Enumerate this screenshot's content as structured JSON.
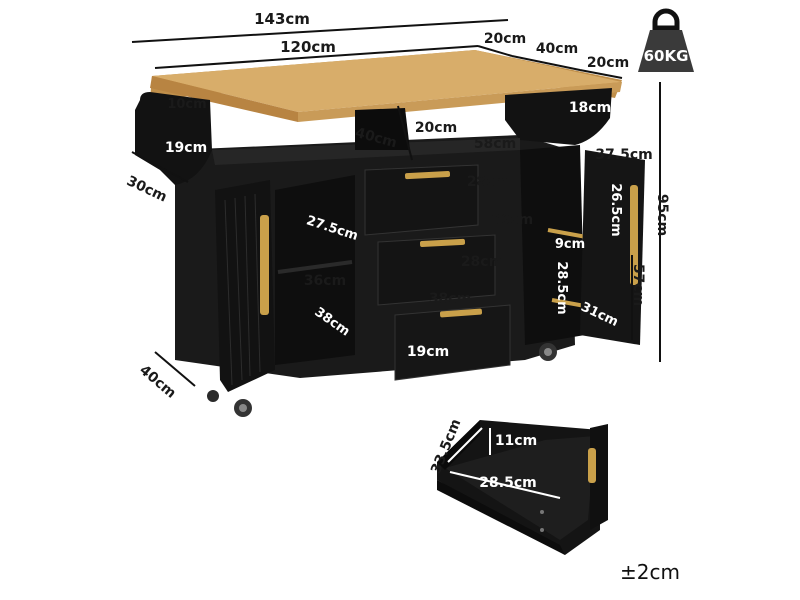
{
  "weight": {
    "value": "60KG",
    "icon": "weight-icon"
  },
  "tolerance": "±2cm",
  "colors": {
    "cabinet": "#141414",
    "wood": "#d8ad6a",
    "handle": "#c9a04a"
  },
  "dims": {
    "overall_width": "143cm",
    "top_width": "120cm",
    "top_overhang": "20cm",
    "top_depth": "40cm",
    "right_overhang": "20cm",
    "towel_rack_width": "10cm",
    "towel_rack_height": "19cm",
    "rack_depth": "30cm",
    "shelf_depth": "40cm",
    "shelf_gap": "20cm",
    "right_rack": "18cm",
    "inner_width": "58cm",
    "door_width": "37.5cm",
    "drawer1_height": "28cm",
    "drawer_gap": "36cm",
    "drawer2_height": "28cm",
    "drawer3_width": "38cm",
    "drawer3_height": "19cm",
    "left_shelf_depth": "27.5cm",
    "left_shelf_width": "36cm",
    "left_bottom": "38cm",
    "base_depth": "40cm",
    "door_upper": "26.5cm",
    "door_gap": "9cm",
    "door_lower": "28.5cm",
    "door_shelf": "31cm",
    "cabinet_height": "57cm",
    "total_height": "95cm",
    "drawer_depth": "33.5cm",
    "drawer_inner_height": "11cm",
    "drawer_inner_width": "28.5cm"
  }
}
